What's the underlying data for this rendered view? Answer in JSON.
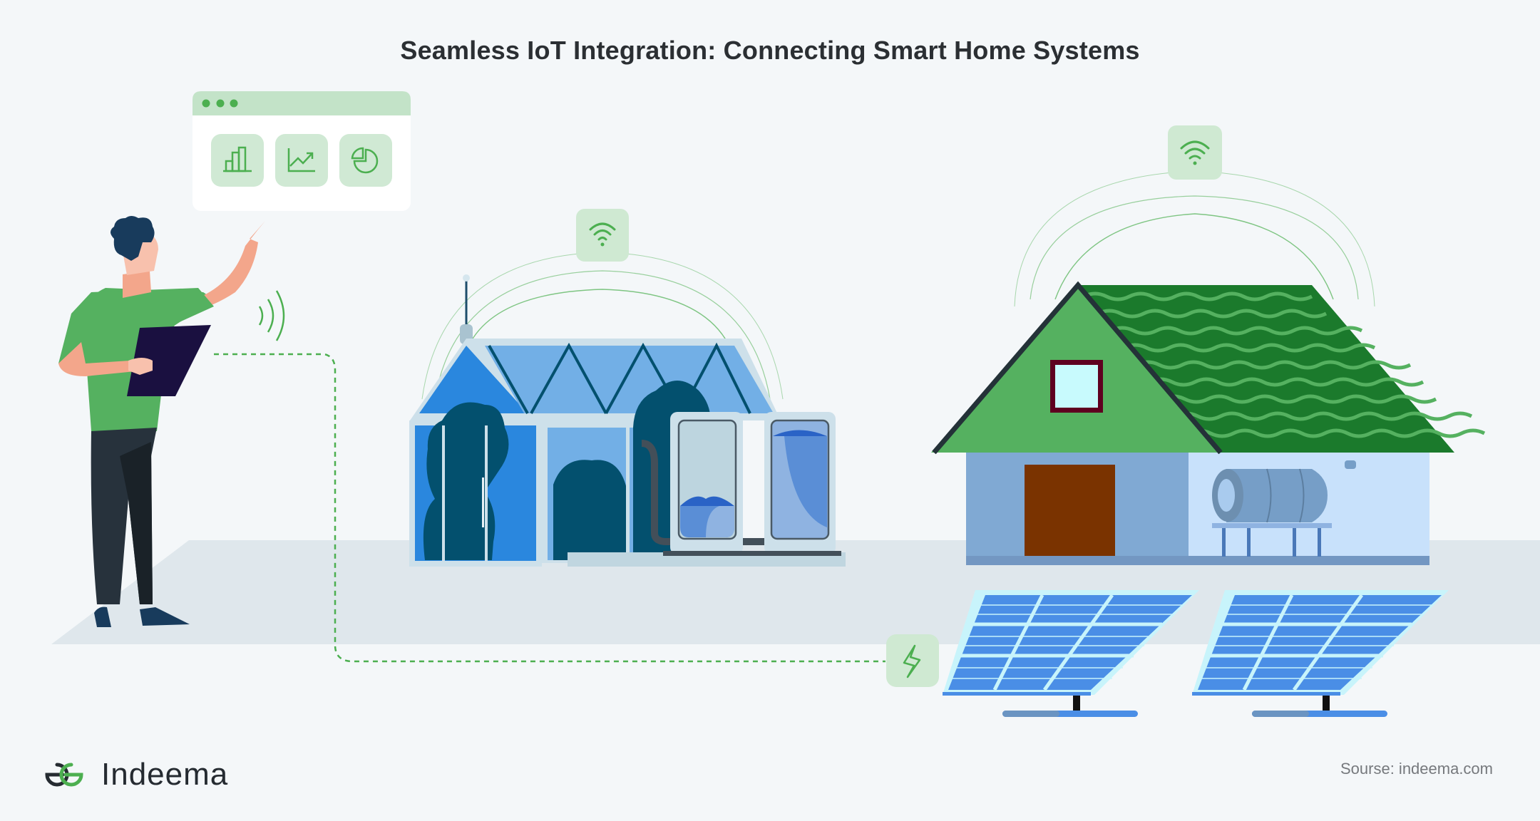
{
  "header": {
    "title": "Seamless IoT Integration: Connecting Smart Home Systems"
  },
  "dashboard": {
    "window_dots": 3,
    "icons": [
      "bar-chart-icon",
      "line-chart-icon",
      "pie-chart-icon"
    ]
  },
  "scene": {
    "person": {
      "holding": "tablet",
      "signal": "wireless-waves-icon"
    },
    "greenhouse": {
      "badge_icon": "wifi-icon",
      "tanks": 2
    },
    "house": {
      "badge_icon": "wifi-icon",
      "appliance": "water-heater-tank"
    },
    "solar_panels": {
      "count": 2,
      "badge_icon": "lightning-bolt-icon"
    },
    "connection": "dashed-line person-to-power"
  },
  "colors": {
    "background": "#f4f7f9",
    "ground": "#dfe7ec",
    "accent_green": "#4caf50",
    "badge_bg": "#cfe9d2",
    "roof_dark": "#1b7a2c",
    "gable_green": "#55b160",
    "glass_blue": "#2a87de",
    "tree_dark": "#03506e",
    "solar_blue": "#4a8ee6"
  },
  "footer": {
    "brand": "Indeema",
    "source": "Sourse: indeema.com"
  }
}
